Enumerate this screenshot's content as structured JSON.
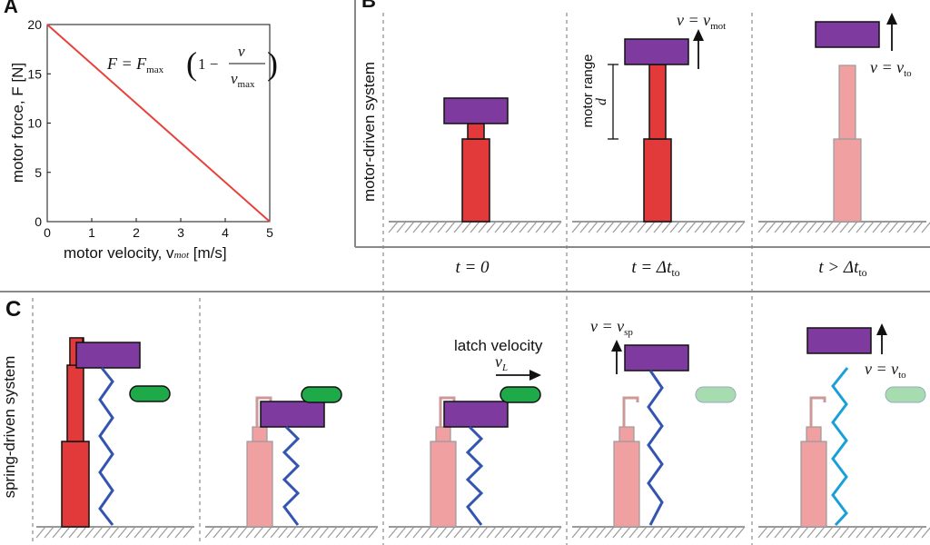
{
  "panels": {
    "a": "A",
    "b": "B",
    "c": "C"
  },
  "panel_a": {
    "ylabel": "motor force, F [N]",
    "xlabel": "motor velocity, v",
    "xlabel_sub": "mot",
    "xlabel_unit": " [m/s]",
    "equation": {
      "lhs": "F = F",
      "fmax_sub": "max",
      "paren_open": "(",
      "one_minus": "1 −",
      "num": "v",
      "den": "v",
      "den_sub": "max",
      "paren_close": ")"
    }
  },
  "chart_data": {
    "type": "line",
    "xlabel": "motor velocity, vmot [m/s]",
    "ylabel": "motor force, F [N]",
    "xlim": [
      0,
      5
    ],
    "ylim": [
      0,
      20
    ],
    "xticks": [
      "0",
      "1",
      "2",
      "3",
      "4",
      "5"
    ],
    "yticks": [
      "0",
      "5",
      "10",
      "15",
      "20"
    ],
    "series": [
      {
        "x": [
          0,
          5
        ],
        "y": [
          20,
          0
        ],
        "color": "#e8403a"
      }
    ]
  },
  "panel_b": {
    "row_label": "motor-driven system",
    "time_labels": [
      {
        "main": "t = 0",
        "sub": ""
      },
      {
        "main": "t = Δt",
        "sub": "to"
      },
      {
        "main": "t > Δt",
        "sub": "to"
      }
    ],
    "v_mot": {
      "main": "v = v",
      "sub": "mot"
    },
    "v_to": {
      "main": "v = v",
      "sub": "to"
    },
    "motor_range": "motor range",
    "d": "d"
  },
  "panel_c": {
    "row_label": "spring-driven system",
    "latch_velocity": "latch velocity",
    "v_L": {
      "main": "v",
      "sub": "L"
    },
    "v_sp": {
      "main": "v = v",
      "sub": "sp"
    },
    "v_to": {
      "main": "v = v",
      "sub": "to"
    }
  },
  "colors": {
    "purple": "#7f3aa0",
    "red": "#e23a3a",
    "pink": "#f0a0a0",
    "green": "#1faa4a",
    "spring_blue": "#3355b0",
    "spring_cyan": "#1aa0d8",
    "line": "#e8403a"
  }
}
